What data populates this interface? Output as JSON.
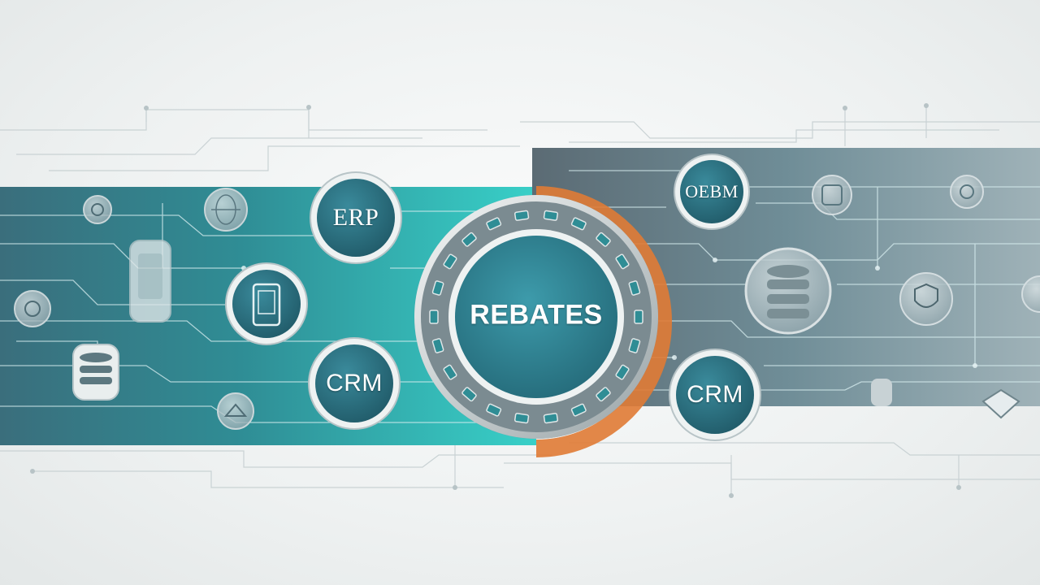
{
  "image": {
    "description_labels": {
      "center": "REBATES",
      "node_top_left": "ERP",
      "node_bottom_left": "CRM",
      "node_top_right": "OEBM",
      "node_bottom_right": "CRM"
    },
    "colors": {
      "teal_light": "#35c6c4",
      "teal_dark": "#2c6f80",
      "slate": "#5c6e78",
      "orange": "#e07b35",
      "hub_fill": "#2f7f91",
      "line_light": "#c9d2d4"
    },
    "icons": [
      "database-icon",
      "phone-icon",
      "gear-icon",
      "globe-icon",
      "shield-icon",
      "network-icon"
    ]
  }
}
